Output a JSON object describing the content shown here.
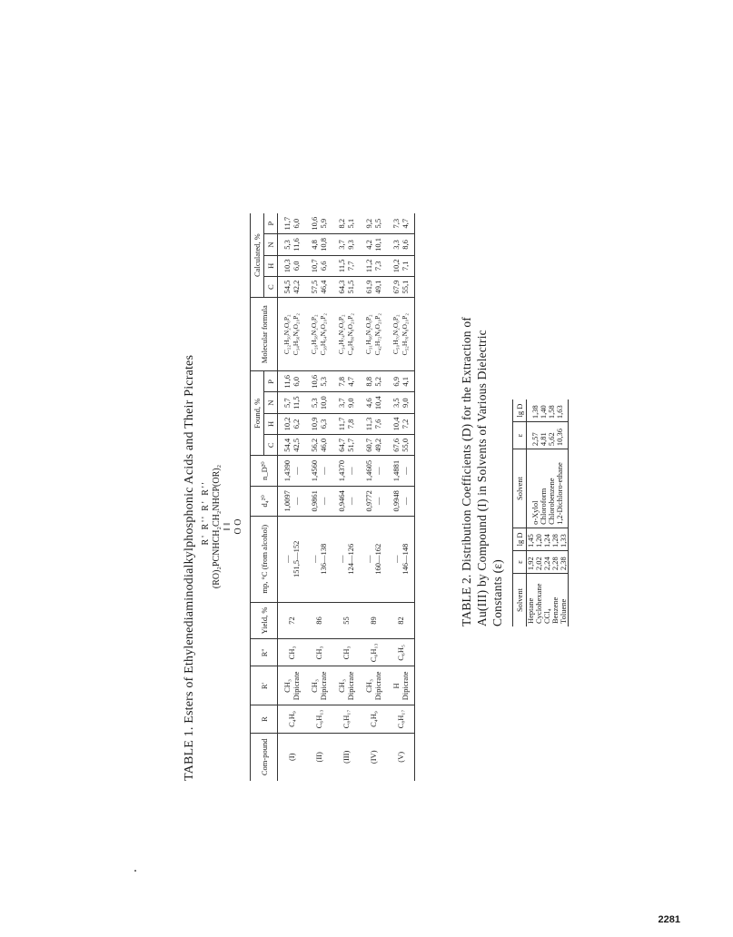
{
  "table1": {
    "caption": "TABLE 1. Esters of Ethylenediaminodialkylphosphonic Acids and Their Picrates",
    "formula_line1": "R'   R''    R'   R''",
    "formula_line2": "(RO)₂PCNHCH₂CH₂NHCP(OR)₂",
    "formula_line3": "‖                           ‖",
    "formula_line4": "O                          O",
    "headers": {
      "compound": "Com-pound",
      "R": "R",
      "R1": "R'",
      "R2": "R''",
      "yield": "Yield, %",
      "mp": "mp, °C (from alcohol)",
      "d20": "d₄²⁰",
      "n20": "n_D²⁰",
      "found": "Found, %",
      "formula": "Molecular formula",
      "calculated": "Calculated, %",
      "C": "C",
      "H": "H",
      "N": "N",
      "P": "P"
    },
    "rows": [
      {
        "compound": "(I)",
        "R": "C₄H₉",
        "R1": "CH₃",
        "R1b": "Dipicrate",
        "R2": "CH₃",
        "yield": "72",
        "mp1": "—",
        "mp2": "151,5—152",
        "d20": "1,0097",
        "d20b": "—",
        "n20": "1,4390",
        "n20b": "—",
        "fC": "54,4",
        "fC2": "42,5",
        "fH": "10,2",
        "fH2": "6,2",
        "fN": "5,7",
        "fN2": "11,5",
        "fP": "11,6",
        "fP2": "6,0",
        "formula1": "C₂₂H₅₀N₂O₆P₂",
        "formula2": "C₃₄H₅₆N₈O₂₀P₂",
        "cC": "54,5",
        "cC2": "42,2",
        "cH": "10,3",
        "cH2": "6,0",
        "cN": "5,3",
        "cN2": "11,6",
        "cP": "11,7",
        "cP2": "6,0"
      },
      {
        "compound": "(II)",
        "R": "C₆H₁₃",
        "R1": "CH₃",
        "R1b": "Dipicrate",
        "R2": "CH₃",
        "yield": "86",
        "mp1": "—",
        "mp2": "136—138",
        "d20": "0,9861",
        "d20b": "—",
        "n20": "1,4560",
        "n20b": "—",
        "fC": "56,2",
        "fC2": "46,0",
        "fH": "10,9",
        "fH2": "6,3",
        "fN": "5,3",
        "fN2": "10,0",
        "fP": "10,6",
        "fP2": "5,3",
        "formula1": "C₂₆H₅₈N₂O₆P₂",
        "formula2": "C₃₈H₆₄N₈O₂₀P₂",
        "cC": "57,5",
        "cC2": "46,4",
        "cH": "10,7",
        "cH2": "6,6",
        "cN": "4,8",
        "cN2": "10,8",
        "cP": "10,6",
        "cP2": "5,9"
      },
      {
        "compound": "(III)",
        "R": "C₈H₁₇",
        "R1": "CH₃",
        "R1b": "Dipicrate",
        "R2": "CH₃",
        "yield": "55",
        "mp1": "—",
        "mp2": "124—126",
        "d20": "0,9464",
        "d20b": "—",
        "n20": "1,4370",
        "n20b": "—",
        "fC": "64,7",
        "fC2": "51,7",
        "fH": "11,7",
        "fH2": "7,8",
        "fN": "3,7",
        "fN2": "9,0",
        "fP": "7,8",
        "fP2": "4,7",
        "formula1": "C₃₄H₇₄N₂O₆P₂",
        "formula2": "C₄₆H₈₀N₈O₂₀P₂",
        "cC": "64,3",
        "cC2": "51,5",
        "cH": "11,5",
        "cH2": "7,7",
        "cN": "3,7",
        "cN2": "9,3",
        "cP": "8,2",
        "cP2": "5,1"
      },
      {
        "compound": "(IV)",
        "R": "C₄H₉",
        "R1": "CH₃",
        "R1b": "Dipicrate",
        "R2": "C₆H₁₃",
        "yield": "89",
        "mp1": "—",
        "mp2": "160—162",
        "d20": "0,9772",
        "d20b": "—",
        "n20": "1,4605",
        "n20b": "—",
        "fC": "60,7",
        "fC2": "49,2",
        "fH": "11,3",
        "fH2": "7,6",
        "fN": "4,6",
        "fN2": "10,4",
        "fP": "8,8",
        "fP2": "5,2",
        "formula1": "C₃₁H₆₆N₂O₆P₂",
        "formula2": "C₄₂H₇₂N₈O₂₀P₂",
        "cC": "61,9",
        "cC2": "49,1",
        "cH": "11,2",
        "cH2": "7,3",
        "cN": "4,2",
        "cN2": "10,1",
        "cP": "9,2",
        "cP2": "5,5"
      },
      {
        "compound": "(V)",
        "R": "C₈H₁₇",
        "R1": "H",
        "R1b": "Dipicrate",
        "R2": "C₆H₅",
        "yield": "82",
        "mp1": "—",
        "mp2": "146—148",
        "d20": "0,9948",
        "d20b": "—",
        "n20": "1,4881",
        "n20b": "—",
        "fC": "67,6",
        "fC2": "55,0",
        "fH": "10,4",
        "fH2": "7,2",
        "fN": "3,5",
        "fN2": "9,0",
        "fP": "6,9",
        "fP2": "4,1",
        "formula1": "C₅₀H₇₀N₂O₆P₂",
        "formula2": "C₅₂H₇₆N₈O₂₀P₂",
        "cC": "67,9",
        "cC2": "55,1",
        "cH": "10,2",
        "cH2": "7,1",
        "cN": "3,3",
        "cN2": "8,6",
        "cP": "7,3",
        "cP2": "4,7"
      }
    ]
  },
  "table2": {
    "caption": "TABLE 2. Distribution Coefficients (D) for the Extraction of Au(III) by Compound (I) in Solvents of Various Dielectric Constants (ε)",
    "headers": {
      "solvent": "Solvent",
      "eps": "ε",
      "lgD": "lg D"
    },
    "rows_left": [
      {
        "solvent": "Heptane",
        "eps": "1,92",
        "lgD": "1,45"
      },
      {
        "solvent": "Cyclohexane",
        "eps": "2,02",
        "lgD": "1,20"
      },
      {
        "solvent": "CCl₄",
        "eps": "2,24",
        "lgD": "1,24"
      },
      {
        "solvent": "Benzene",
        "eps": "2,28",
        "lgD": "1,28"
      },
      {
        "solvent": "Toluene",
        "eps": "2,38",
        "lgD": "1,33"
      }
    ],
    "rows_right": [
      {
        "solvent": "o-Xylol",
        "eps": "2,57",
        "lgD": "1,38"
      },
      {
        "solvent": "Chloroform",
        "eps": "4,81",
        "lgD": "1,40"
      },
      {
        "solvent": "Chlorobenzene",
        "eps": "5,62",
        "lgD": "1,58"
      },
      {
        "solvent": "1,2-Dichloro-ethane",
        "eps": "10,36",
        "lgD": "1,63"
      }
    ]
  },
  "page_number": "2281"
}
